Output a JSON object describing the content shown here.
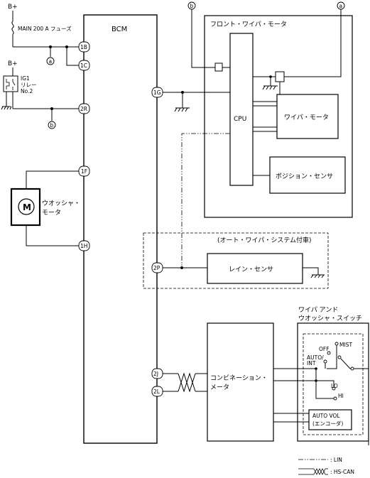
{
  "power": {
    "bplus_top": "B+",
    "bplus_mid": "B+"
  },
  "fuse": {
    "label": "MAIN 200 A フューズ"
  },
  "relay": {
    "line1": "IG1",
    "line2": "リレー",
    "line3": "No.2"
  },
  "bcm": {
    "title": "BCM"
  },
  "pins": {
    "p1B": "1B",
    "p1C": "1C",
    "p1G": "1G",
    "p2R": "2R",
    "p1F": "1F",
    "p1H": "1H",
    "p2P": "2P",
    "p2J": "2J",
    "p2L": "2L"
  },
  "connectors": {
    "a": "a",
    "b": "b"
  },
  "washer_motor": {
    "symbol": "M",
    "line1": "ウオッシャ・",
    "line2": "モータ"
  },
  "front_wiper": {
    "title": "フロント・ワイパ・モータ",
    "cpu": "CPU",
    "wiper_motor": "ワイパ・モータ",
    "position_sensor": "ポジション・センサ"
  },
  "auto_wiper": {
    "note": "(オート・ワイパ・システム付車)",
    "rain_sensor": "レイン・センサ"
  },
  "meter": {
    "line1": "コンビネーション・",
    "line2": "メータ"
  },
  "switch": {
    "title1": "ワイパ アンド",
    "title2": "ウオッシャ・スイッチ",
    "mist": "MIST",
    "off": "OFF",
    "auto1": "AUTO/",
    "auto2": "INT",
    "lo": "LO",
    "hi": "HI",
    "vol1": "AUTO VOL",
    "vol2": "(エンコーダ)"
  },
  "legend": {
    "lin": ": LIN",
    "hscan": ": HS-CAN"
  }
}
